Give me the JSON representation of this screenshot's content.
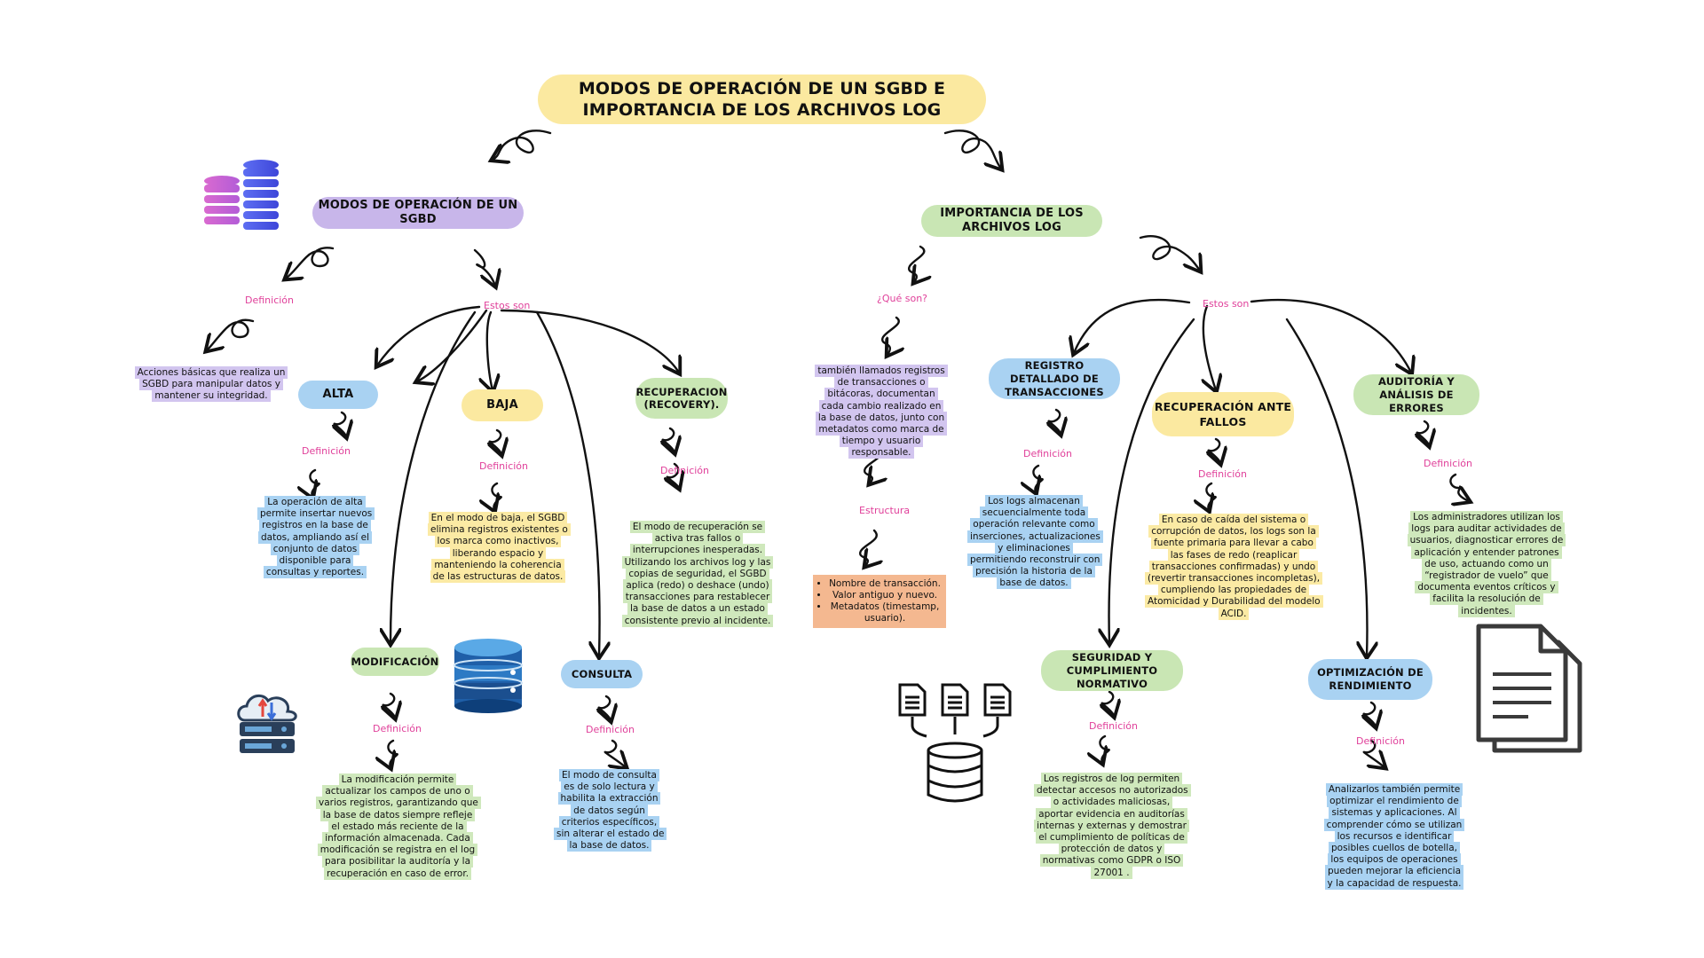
{
  "title": "MODOS DE OPERACIÓN DE UN SGBD E IMPORTANCIA DE LOS ARCHIVOS LOG",
  "left": {
    "header": "MODOS DE OPERACIÓN DE UN SGBD",
    "definicion_label": "Definición",
    "definicion_text": "Acciones básicas que realiza un SGBD para manipular datos y mantener su integridad.",
    "estos_son": "Estos son",
    "alta": {
      "title": "ALTA",
      "label": "Definición",
      "text": "La operación de alta permite insertar nuevos registros en la base de datos, ampliando así el conjunto de datos disponible para consultas y reportes."
    },
    "baja": {
      "title": "BAJA",
      "label": "Definición",
      "text": "En el modo de baja, el SGBD elimina registros existentes o los marca como inactivos, liberando espacio y manteniendo la coherencia de las estructuras de datos."
    },
    "recuperacion": {
      "title": "RECUPERACION (RECOVERY).",
      "label": "Definición",
      "text": "El modo de recuperación se activa tras fallos o interrupciones inesperadas. Utilizando los archivos log y las copias de seguridad, el SGBD aplica (redo) o deshace (undo) transacciones para restablecer la base de datos a un estado consistente previo al incidente."
    },
    "modificacion": {
      "title": "MODIFICACIÓN",
      "label": "Definición",
      "text": "La modificación permite actualizar los campos de uno o varios registros, garantizando que la base de datos siempre refleje el estado más reciente de la información almacenada. Cada modificación se registra en el log para posibilitar la auditoría y la recuperación en caso de error."
    },
    "consulta": {
      "title": "CONSULTA",
      "label": "Definición",
      "text": "El modo de consulta es de solo lectura y habilita la extracción de datos según criterios específicos, sin alterar el estado de la base de datos."
    }
  },
  "right": {
    "header": "IMPORTANCIA DE LOS ARCHIVOS LOG",
    "que_son_label": "¿Qué son?",
    "que_son_text": "también llamados registros de transacciones o bitácoras, documentan cada cambio realizado en la base de datos, junto con metadatos como marca de tiempo y usuario responsable.",
    "estructura_label": "Estructura",
    "estructura_items": [
      "Nombre de transacción.",
      "Valor antiguo y nuevo.",
      "Metadatos (timestamp, usuario)."
    ],
    "estos_son": "Estos son",
    "registro": {
      "title": "REGISTRO DETALLADO DE TRANSACCIONES",
      "label": "Definición",
      "text": "Los logs almacenan secuencialmente toda operación relevante como inserciones, actualizaciones y eliminaciones permitiendo reconstruir con precisión la historia de la base de datos."
    },
    "recuperacion": {
      "title": "RECUPERACIÓN ANTE FALLOS",
      "label": "Definición",
      "text": "En caso de caída del sistema o corrupción de datos, los logs son la fuente primaria para llevar a cabo las fases de redo (reaplicar transacciones confirmadas) y undo (revertir transacciones incompletas), cumpliendo las propiedades de Atomicidad y Durabilidad del modelo ACID."
    },
    "auditoria": {
      "title": "AUDITORÍA Y ANÁLISIS DE ERRORES",
      "label": "Definición",
      "text": "Los administradores utilizan los logs para auditar actividades de usuarios, diagnosticar errores de aplicación y entender patrones de uso, actuando como un “registrador de vuelo” que documenta eventos críticos y facilita la resolución de incidentes."
    },
    "seguridad": {
      "title": "SEGURIDAD Y CUMPLIMIENTO NORMATIVO",
      "label": "Definición",
      "text": "Los registros de log permiten detectar accesos no autorizados o actividades maliciosas, aportar evidencia en auditorías internas y externas y demostrar el cumplimiento de políticas de protección de datos y normativas como GDPR o ISO 27001 ."
    },
    "optimizacion": {
      "title": "OPTIMIZACIÓN DE RENDIMIENTO",
      "label": "Definición",
      "text": "Analizarlos también permite optimizar el rendimiento de sistemas y aplicaciones. Al comprender cómo se utilizan los recursos e identificar posibles cuellos de botella, los equipos de operaciones pueden mejorar la eficiencia y la capacidad de respuesta."
    }
  },
  "colors": {
    "purple": "#c8b6ea",
    "blue": "#a9d2f2",
    "yellow": "#fbe9a0",
    "green": "#c9e6b4",
    "orange": "#f5b58e",
    "label_pink": "#e0409a"
  },
  "icons": [
    "database-stack-gradient-icon",
    "database-cylinder-blue-icon",
    "cloud-server-icon",
    "documents-to-database-icon",
    "document-pages-icon"
  ]
}
